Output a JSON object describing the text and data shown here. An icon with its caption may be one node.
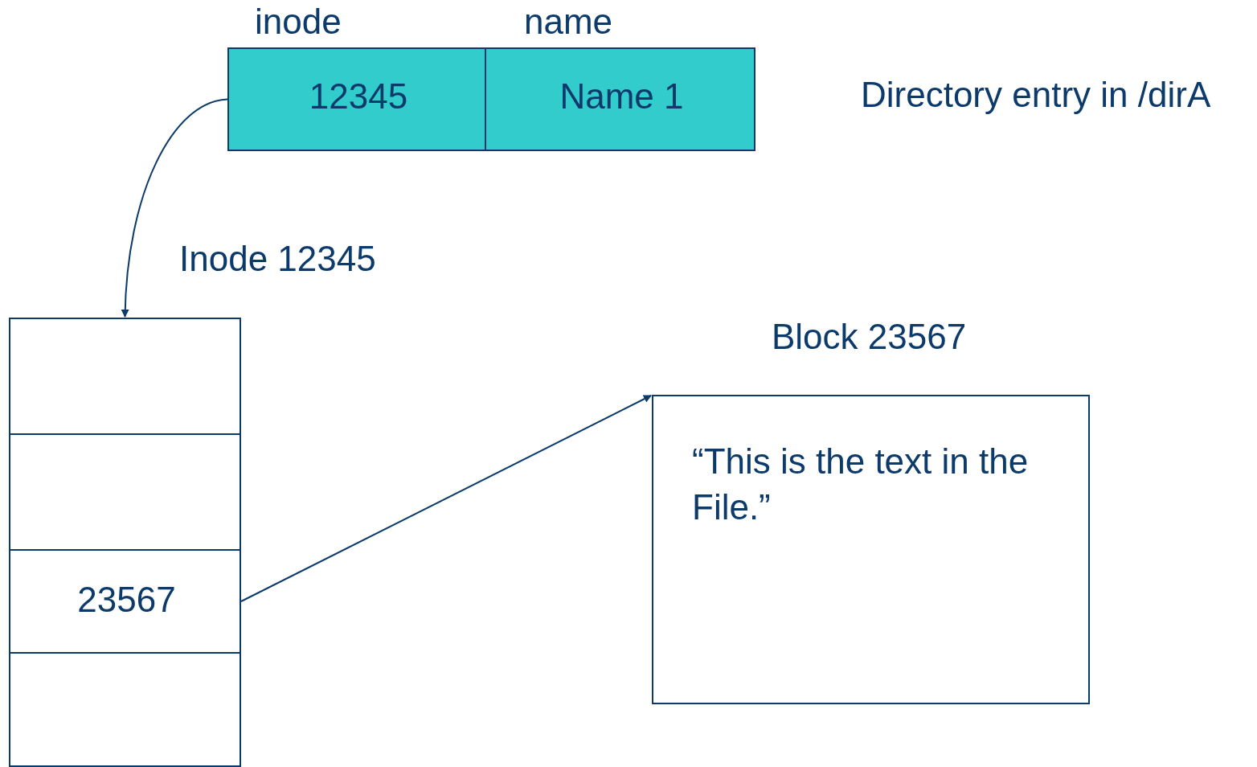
{
  "diagram": {
    "nodes": [
      {
        "text": [
          "inode",
          "12345"
        ]
      },
      {
        "text": [
          "name",
          "Name 1"
        ]
      },
      {
        "text": [
          "Inode 12345"
        ]
      },
      {
        "text": [],
        "shape": "box",
        "in": 2
      },
      {
        "text": [],
        "shape": "box",
        "in": 2
      },
      {
        "text": [
          "23567"
        ],
        "in": 2
      },
      {
        "text": [],
        "shape": "box",
        "in": 2
      },
      {
        "text": [
          "Block 23567",
          "“This is the text in the File.”"
        ]
      }
    ],
    "edges": [
      {
        "from": 0,
        "to": 3,
        "arrow": "to"
      },
      {
        "from": 5,
        "to": 7,
        "arrow": "to"
      }
    ],
    "labels": [
      "Directory entry in /dirA"
    ]
  }
}
